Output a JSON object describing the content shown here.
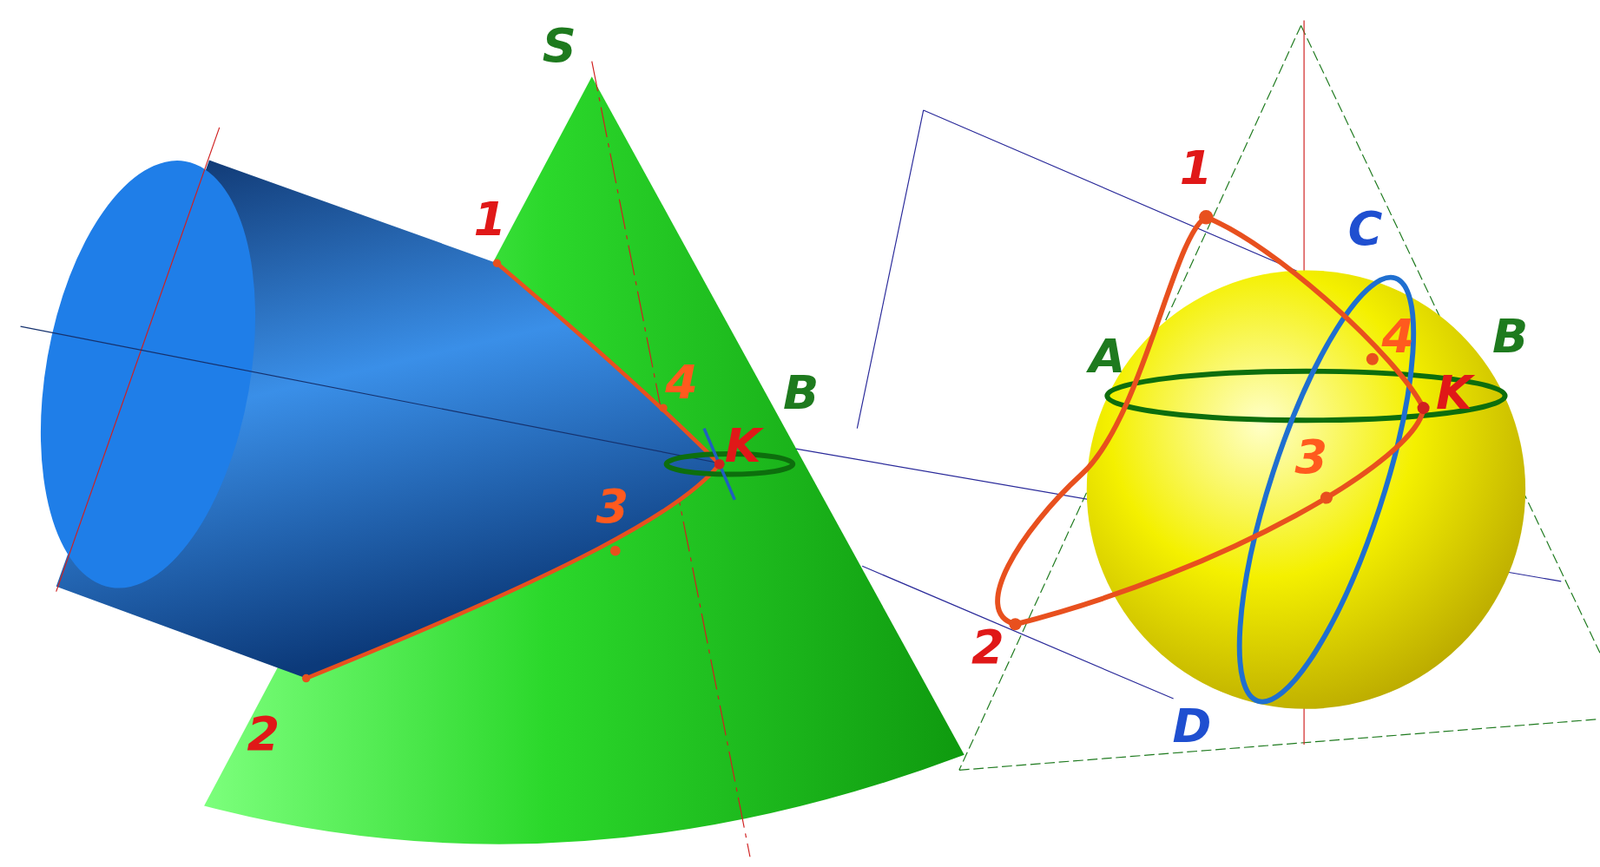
{
  "diagram": {
    "labels": [
      "S",
      "1",
      "4",
      "B",
      "K",
      "3",
      "2",
      "1",
      "C",
      "4",
      "A",
      "B",
      "K",
      "3",
      "2",
      "D"
    ]
  }
}
